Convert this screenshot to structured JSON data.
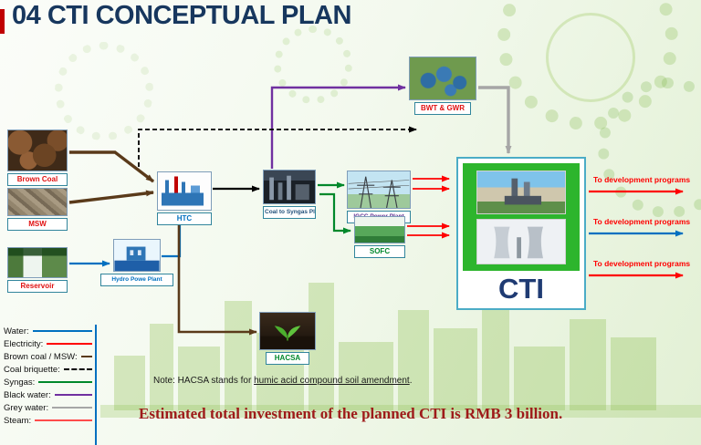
{
  "title": "04 CTI CONCEPTUAL PLAN",
  "nodes": {
    "brown_coal": {
      "label": "Brown Coal",
      "color": "#e01010"
    },
    "msw": {
      "label": "MSW",
      "color": "#e01010"
    },
    "reservoir": {
      "label": "Reservoir",
      "color": "#e01010"
    },
    "htc": {
      "label": "HTC",
      "color": "#0070c0"
    },
    "coal_to_syngas": {
      "label": "Coal to Syngas Plant",
      "color": "#1f4e79"
    },
    "igcc": {
      "label": "IGCC Power Plant",
      "color": "#5b2d90"
    },
    "sofc": {
      "label": "SOFC",
      "color": "#00882b"
    },
    "hydro": {
      "label": "Hydro Powe Plant",
      "color": "#0070c0"
    },
    "bwt": {
      "label": "BWT & GWR",
      "color": "#e01010"
    },
    "hacsa": {
      "label": "HACSA",
      "color": "#00882b"
    },
    "cti": {
      "label": "CTI",
      "color": "#1f3b73"
    }
  },
  "outputs": [
    {
      "label": "To development programs",
      "label_color": "#ff0000",
      "arrow_color": "#ff0000"
    },
    {
      "label": "To development programs",
      "label_color": "#ff0000",
      "arrow_color": "#0070c0"
    },
    {
      "label": "To development programs",
      "label_color": "#ff0000",
      "arrow_color": "#ff0000"
    }
  ],
  "legend": {
    "items": [
      {
        "label": "Water:",
        "color": "#0070c0",
        "style": "solid"
      },
      {
        "label": "Electricity:",
        "color": "#ff0000",
        "style": "solid"
      },
      {
        "label": "Brown coal / MSW:",
        "color": "#5a3a1a",
        "style": "solid"
      },
      {
        "label": "Coal briquette:",
        "color": "#000000",
        "style": "dashed"
      },
      {
        "label": "Syngas:",
        "color": "#00882b",
        "style": "solid"
      },
      {
        "label": "Black water:",
        "color": "#7030a0",
        "style": "solid"
      },
      {
        "label": "Grey water:",
        "color": "#a6a6a6",
        "style": "solid"
      },
      {
        "label": "Steam:",
        "color": "#ff4b4b",
        "style": "solid"
      }
    ]
  },
  "note": {
    "prefix": "Note: HACSA stands for ",
    "underlined": "humic acid compound soil amendment",
    "suffix": "."
  },
  "statement": "Estimated total investment of the planned CTI  is RMB 3 billion.",
  "colors": {
    "water": "#0070c0",
    "electricity": "#ff0000",
    "brown_coal_msw": "#5a3a1a",
    "coal_briquette": "#000000",
    "syngas": "#00882b",
    "black_water": "#7030a0",
    "grey_water": "#a6a6a6",
    "steam": "#ff4b4b",
    "title": "#17375e",
    "statement": "#9e1a1a"
  }
}
